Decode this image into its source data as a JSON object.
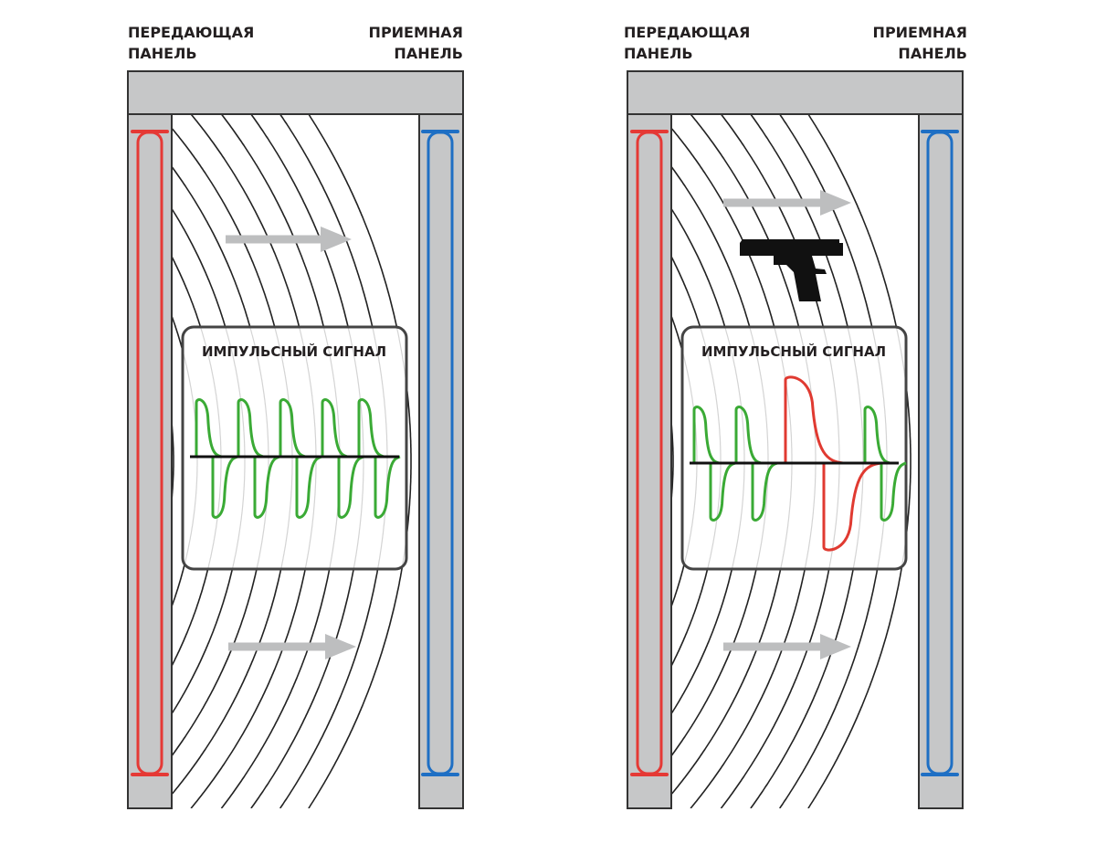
{
  "panels": [
    {
      "transmitter_label": [
        "ПЕРЕДАЮЩАЯ",
        "ПАНЕЛЬ"
      ],
      "receiver_label": [
        "ПРИЕМНАЯ",
        "ПАНЕЛЬ"
      ],
      "signal_title": "ИМПУЛЬСНЫЙ СИГНАЛ",
      "object": "none",
      "pulses": [
        "normal",
        "normal",
        "normal",
        "normal",
        "normal"
      ]
    },
    {
      "transmitter_label": [
        "ПЕРЕДАЮЩАЯ",
        "ПАНЕЛЬ"
      ],
      "receiver_label": [
        "ПРИЕМНАЯ",
        "ПАНЕЛЬ"
      ],
      "signal_title": "ИМПУЛЬСНЫЙ СИГНАЛ",
      "object": "pistol-icon",
      "pulses": [
        "normal",
        "normal",
        "anomaly",
        "normal"
      ]
    }
  ],
  "colors": {
    "frame": "#c6c7c8",
    "transmitter_coil": "#e53935",
    "receiver_coil": "#1e6fc4",
    "normal_pulse": "#3aaa35",
    "anomaly_pulse": "#e03a31",
    "arrow": "#bdbebf"
  }
}
